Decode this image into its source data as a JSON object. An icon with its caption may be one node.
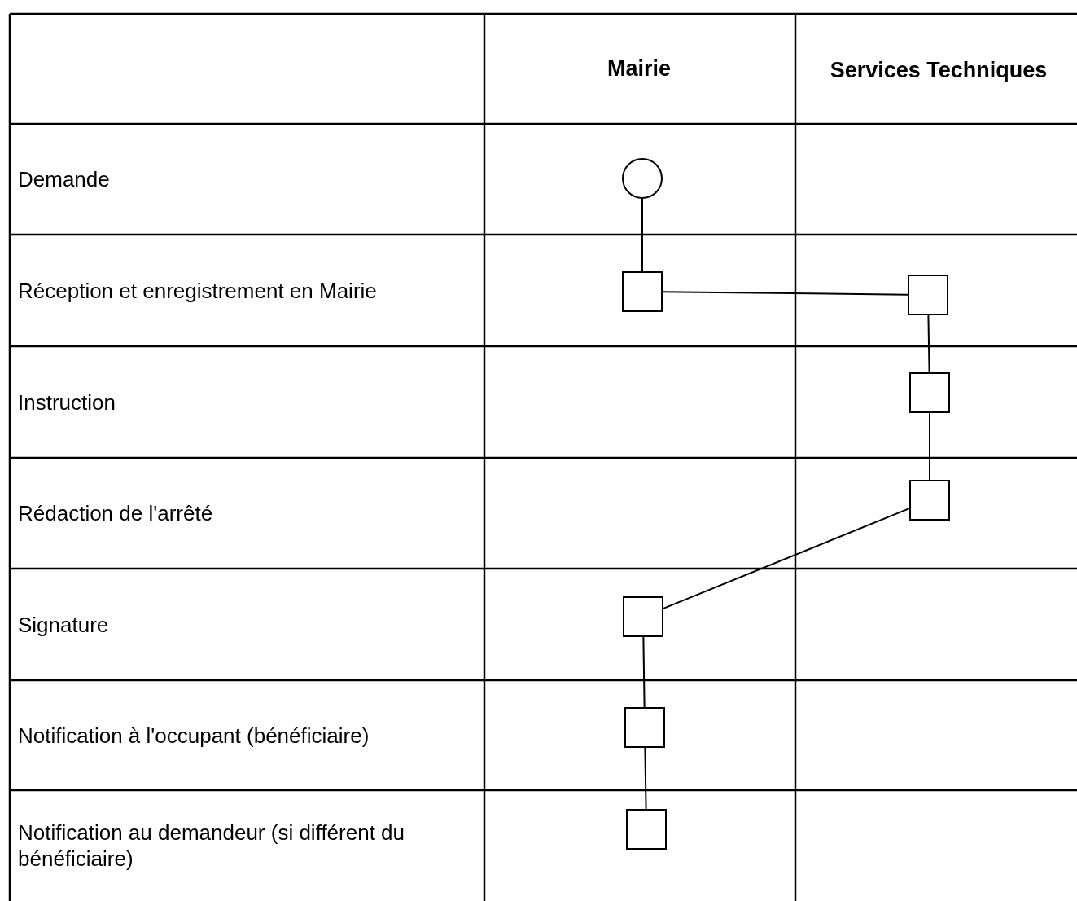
{
  "diagram": {
    "nodes": [
      {
        "text": [],
        "shape": "circle"
      },
      {
        "text": [],
        "shape": "box"
      },
      {
        "text": [],
        "shape": "box"
      },
      {
        "text": [],
        "shape": "box"
      },
      {
        "text": [],
        "shape": "box"
      },
      {
        "text": [],
        "shape": "box"
      },
      {
        "text": [],
        "shape": "box"
      },
      {
        "text": [],
        "shape": "box"
      }
    ],
    "edges": [
      {
        "from": 0,
        "to": 1,
        "arrow": "none"
      },
      {
        "from": 1,
        "to": 2,
        "arrow": "none"
      },
      {
        "from": 2,
        "to": 3,
        "arrow": "none"
      },
      {
        "from": 3,
        "to": 4,
        "arrow": "none"
      },
      {
        "from": 4,
        "to": 5,
        "arrow": "none"
      },
      {
        "from": 5,
        "to": 6,
        "arrow": "none"
      },
      {
        "from": 6,
        "to": 7,
        "arrow": "none"
      }
    ],
    "labels": [
      "Mairie",
      "Services Techniques",
      "Demande",
      "Réception et enregistrement en Mairie",
      "Instruction",
      "Rédaction de l'arrêté",
      "Signature",
      "Notification à l'occupant (bénéficiaire)",
      "Notification au demandeur (si différent du bénéficiaire)"
    ]
  }
}
